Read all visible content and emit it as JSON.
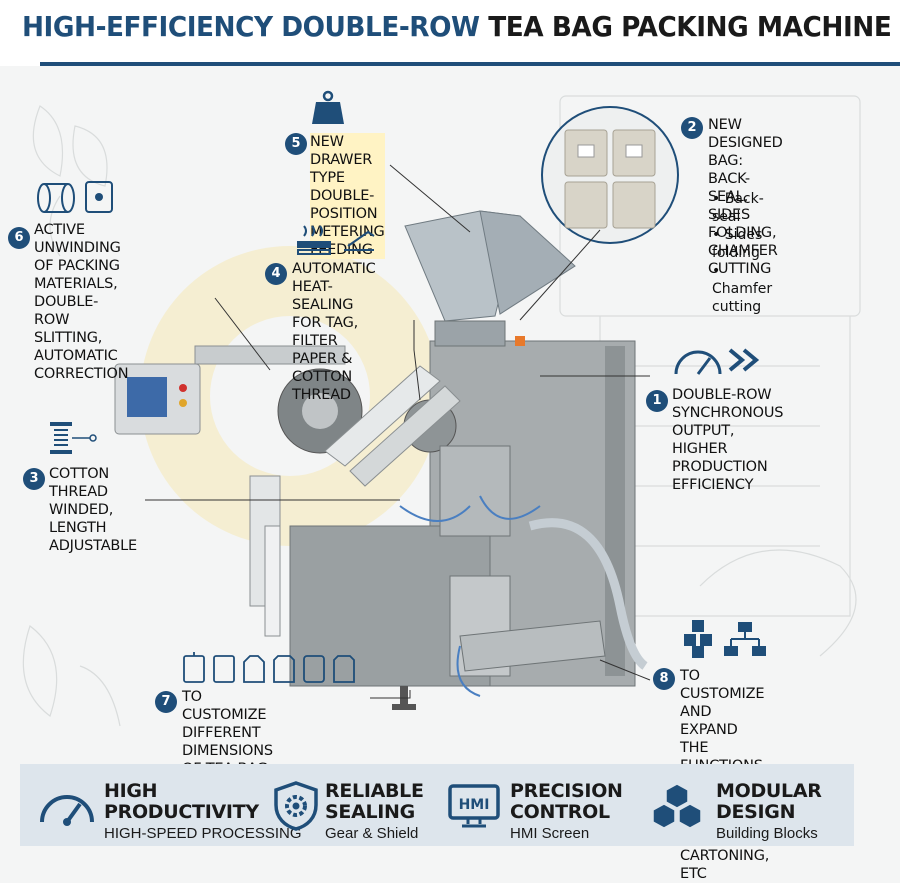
{
  "title": {
    "part1": "HIGH-EFFICIENCY DOUBLE-ROW",
    "part2": "TEA BAG PACKING MACHINE"
  },
  "callouts": [
    {
      "num": "1",
      "text": "DOUBLE-ROW SYNCHRONOUS\nOUTPUT, HIGHER\nPRODUCTION EFFICIENCY",
      "icon": "speedometer-icon"
    },
    {
      "num": "2",
      "text": "NEW DESIGNED BAG:\nBACK-SEAL, SIDES\nFOLDING,\nCHAMFER CUTTING",
      "items": [
        "Back-seal",
        "Sides folding",
        "Chamfer cutting"
      ],
      "icon": "tea-bag-samples"
    },
    {
      "num": "3",
      "text": "COTTON THREAD\nWINDED, LENGTH\nADJUSTABLE",
      "icon": "thread-spool-icon"
    },
    {
      "num": "4",
      "text": "AUTOMATIC\nHEAT-SEALING FOR TAG,\nFILTER PAPER &\nCOTTON THREAD",
      "icon": "heat-sealer-icon"
    },
    {
      "num": "5",
      "text": "NEW DRAWER TYPE\nDOUBLE-POSITION\nMETERING FEEDING",
      "icon": "weight-icon"
    },
    {
      "num": "6",
      "text": "ACTIVE UNWINDING\nOF PACKING MATERIALS,\nDOUBLE-ROW SLITTING,\nAUTOMATIC CORRECTION",
      "icon": "paper-roll-icon"
    },
    {
      "num": "7",
      "text": "TO CUSTOMIZE DIFFERENT\nDIMENSIONS OF TEA BAG\nAND ENVELOPE BAG",
      "icon": "bag-shapes-icon"
    },
    {
      "num": "8",
      "text": "TO CUSTOMIZE AND\nEXPAND THE FUNCTIONS\nOF ENVELOPE BAG STACK\nAND CARTONING, ETC",
      "icon": "blocks-hierarchy-icon"
    }
  ],
  "features": [
    {
      "title": "HIGH\nPRODUCTIVITY",
      "subtitle": "HIGH-SPEED PROCESSING",
      "icon": "speedometer-icon"
    },
    {
      "title": "RELIABLE\nSEALING",
      "subtitle": "Gear & Shield",
      "icon": "gear-shield-icon"
    },
    {
      "title": "PRECISION\nCONTROL",
      "subtitle": "HMI Screen",
      "icon": "hmi-screen-icon",
      "icon_label": "HMI"
    },
    {
      "title": "MODULAR\nDESIGN",
      "subtitle": "Building Blocks",
      "icon": "building-blocks-icon"
    }
  ],
  "colors": {
    "navy": "#1f4e79",
    "highlight": "#fff3c4",
    "panel": "#dde5ec",
    "machine": "#9ea4a6"
  }
}
